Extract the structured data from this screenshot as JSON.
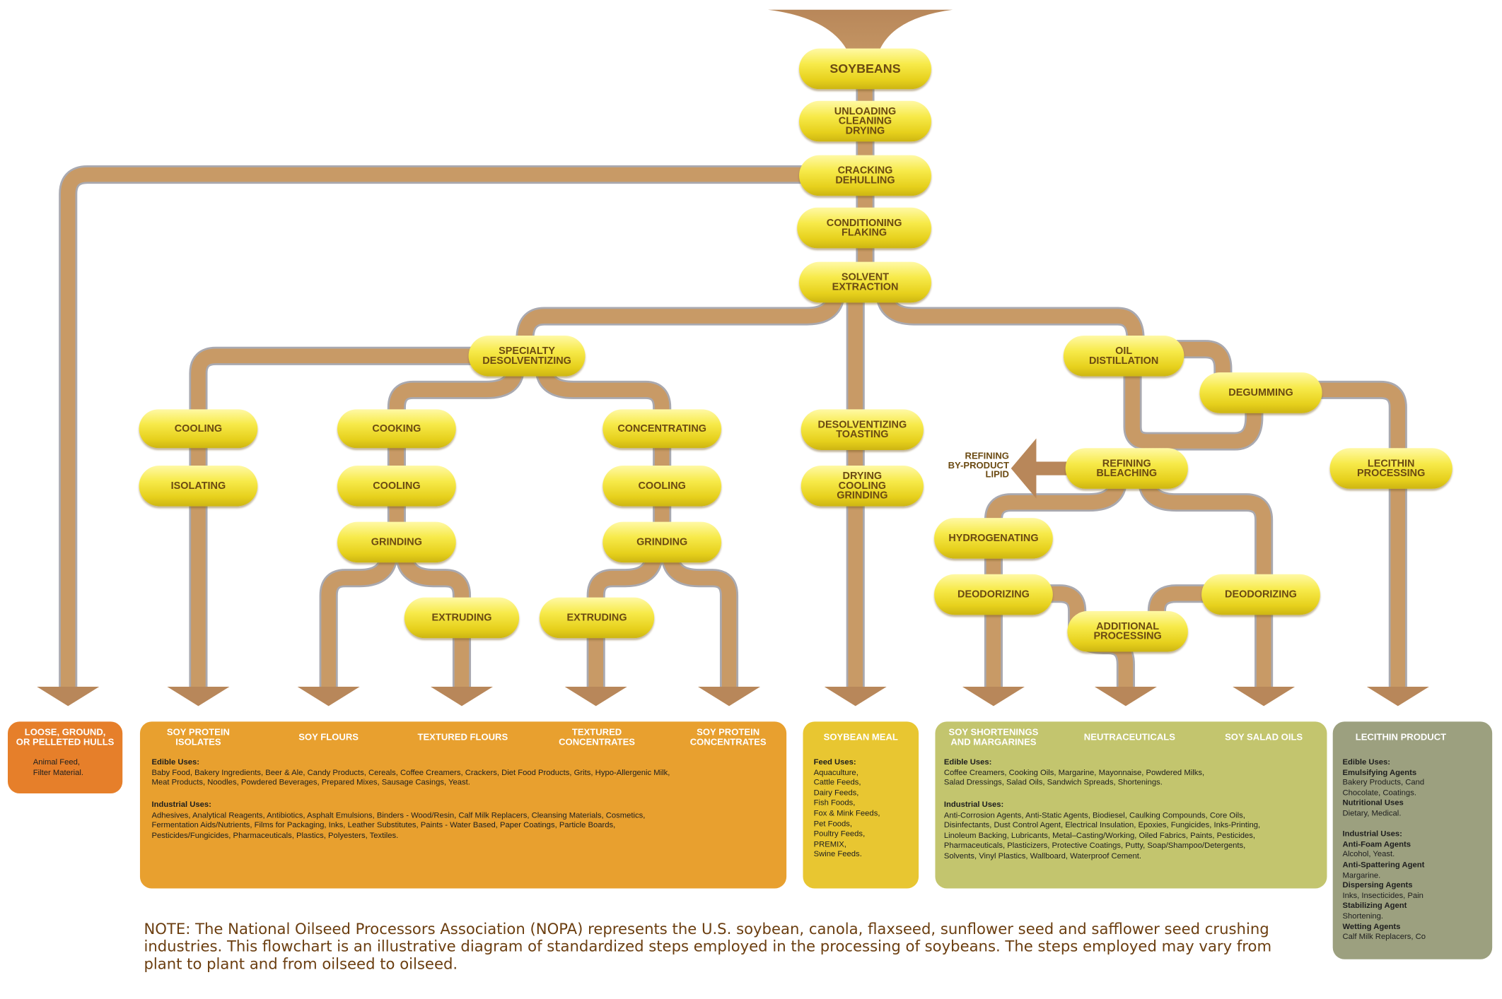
{
  "steps": {
    "soybeans": "SOYBEANS",
    "unloading": "UNLOADING\nCLEANING\nDRYING",
    "cracking": "CRACKING\nDEHULLING",
    "conditioning": "CONDITIONING\nFLAKING",
    "solvent": "SOLVENT\nEXTRACTION",
    "specialty": "SPECIALTY\nDESOLVENTIZING",
    "cooling": "COOLING",
    "isolating": "ISOLATING",
    "cooking": "COOKING",
    "grinding": "GRINDING",
    "extruding": "EXTRUDING",
    "concentrating": "CONCENTRATING",
    "desolventizing": "DESOLVENTIZING\nTOASTING",
    "drying": "DRYING\nCOOLING\nGRINDING",
    "oil_distillation": "OIL\nDISTILLATION",
    "degumming": "DEGUMMING",
    "refining": "REFINING\nBLEACHING",
    "lecithin_processing": "LECITHIN\nPROCESSING",
    "hydrogenating": "HYDROGENATING",
    "deodorizing": "DEODORIZING",
    "additional": "ADDITIONAL\nPROCESSING",
    "byproduct": "REFINING\nBY-PRODUCT\nLIPID"
  },
  "hulls": {
    "title": "LOOSE, GROUND,\nOR PELLETED HULLS",
    "text": "Animal Feed,\nFilter Material."
  },
  "protein": {
    "headers": [
      "SOY PROTEIN\nISOLATES",
      "SOY FLOURS",
      "TEXTURED FLOURS",
      "TEXTURED\nCONCENTRATES",
      "SOY PROTEIN\nCONCENTRATES"
    ],
    "edible_label": "Edible Uses:",
    "edible": "Baby Food, Bakery Ingredients, Beer & Ale, Candy Products, Cereals, Coffee Creamers, Crackers, Diet Food Products, Grits, Hypo-Allergenic Milk,\nMeat Products, Noodles, Powdered Beverages, Prepared Mixes, Sausage Casings, Yeast.",
    "industrial_label": "Industrial Uses:",
    "industrial": "Adhesives, Analytical Reagents, Antibiotics, Asphalt Emulsions, Binders - Wood/Resin, Calf Milk Replacers, Cleansing Materials, Cosmetics,\nFermentation Aids/Nutrients, Films for Packaging, Inks, Leather Substitutes, Paints - Water Based, Paper Coatings, Particle Boards,\nPesticides/Fungicides, Pharmaceuticals, Plastics, Polyesters, Textiles."
  },
  "meal": {
    "title": "SOYBEAN MEAL",
    "label": "Feed Uses:",
    "text": "Aquaculture,\nCattle Feeds,\nDairy Feeds,\nFish Foods,\nFox & Mink Feeds,\nPet Foods,\nPoultry Feeds,\nPREMIX,\nSwine Feeds."
  },
  "oil": {
    "headers": [
      "SOY SHORTENINGS\nAND MARGARINES",
      "NEUTRACEUTICALS",
      "SOY SALAD OILS"
    ],
    "edible_label": "Edible Uses:",
    "edible": "Coffee Creamers, Cooking Oils, Margarine, Mayonnaise, Powdered Milks,\nSalad Dressings, Salad Oils, Sandwich Spreads, Shortenings.",
    "industrial_label": "Industrial Uses:",
    "industrial": "Anti-Corrosion Agents, Anti-Static Agents, Biodiesel, Caulking Compounds, Core Oils,\nDisinfectants, Dust Control Agent, Electrical Insulation, Epoxies, Fungicides, Inks-Printing,\nLinoleum Backing, Lubricants, Metal–Casting/Working, Oiled Fabrics, Paints, Pesticides,\nPharmaceuticals, Plasticizers, Protective Coatings, Putty, Soap/Shampoo/Detergents,\nSolvents, Vinyl Plastics, Wallboard, Waterproof Cement."
  },
  "lecithin": {
    "title": "LECITHIN PRODUCT",
    "edible_label": "Edible Uses:",
    "emulsifying_label": "Emulsifying Agents",
    "emulsifying": "Bakery Products, Cand\nChocolate, Coatings.",
    "nutritional_label": "Nutritional Uses",
    "nutritional": "Dietary, Medical.",
    "industrial_label": "Industrial Uses:",
    "antifoam_label": "Anti-Foam Agents",
    "antifoam": "Alcohol, Yeast.",
    "antispatter_label": "Anti-Spattering Agent",
    "antispatter": "Margarine.",
    "dispersing_label": "Dispersing Agents",
    "dispersing": "Inks, Insecticides, Pain",
    "stabilizing_label": "Stabilizing Agent",
    "stabilizing": "Shortening.",
    "wetting_label": "Wetting Agents",
    "wetting": "Calf Milk Replacers, Co"
  },
  "note": "NOTE:  The National Oilseed Processors Association (NOPA) represents the U.S. soybean, canola, flaxseed, sunflower seed and safflower seed crushing industries.  This flowchart is an illustrative diagram of standardized steps employed in the processing of soybeans.  The steps employed may vary from plant to plant and from oilseed to oilseed.",
  "colors": {
    "pipe": "#c89a66",
    "pipe_edge": "#a9a9b0",
    "arrow": "#b8875a",
    "pill": "#f4e23c",
    "hulls_box": "#e67f2a",
    "protein_box": "#e8a02f",
    "meal_box": "#e8c631",
    "oil_box": "#c3c56e",
    "lecithin_box": "#9ca07f",
    "note_text": "#6b3e10"
  }
}
